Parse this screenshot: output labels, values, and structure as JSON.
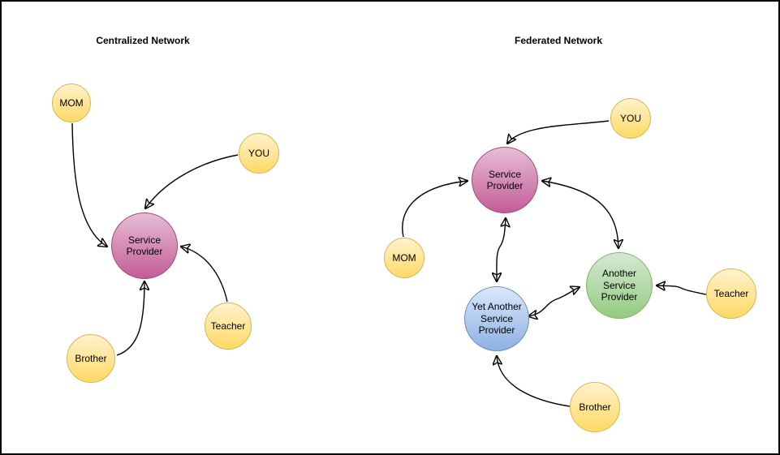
{
  "diagram": {
    "left": {
      "title": "Centralized Network",
      "nodes": [
        {
          "id": "mom",
          "label": "MOM",
          "type": "person"
        },
        {
          "id": "you",
          "label": "YOU",
          "type": "person"
        },
        {
          "id": "service-provider",
          "label": "Service Provider",
          "type": "provider"
        },
        {
          "id": "teacher",
          "label": "Teacher",
          "type": "person"
        },
        {
          "id": "brother",
          "label": "Brother",
          "type": "person"
        }
      ],
      "edges": [
        {
          "from": "mom",
          "to": "service-provider",
          "direction": "one-way"
        },
        {
          "from": "you",
          "to": "service-provider",
          "direction": "one-way"
        },
        {
          "from": "teacher",
          "to": "service-provider",
          "direction": "one-way"
        },
        {
          "from": "brother",
          "to": "service-provider",
          "direction": "one-way"
        }
      ]
    },
    "right": {
      "title": "Federated Network",
      "nodes": [
        {
          "id": "you",
          "label": "YOU",
          "type": "person"
        },
        {
          "id": "service-provider",
          "label": "Service Provider",
          "type": "provider"
        },
        {
          "id": "mom",
          "label": "MOM",
          "type": "person"
        },
        {
          "id": "another-service-provider",
          "label": "Another Service Provider",
          "type": "provider"
        },
        {
          "id": "teacher",
          "label": "Teacher",
          "type": "person"
        },
        {
          "id": "yet-another-service-provider",
          "label": "Yet Another Service Provider",
          "type": "provider"
        },
        {
          "id": "brother",
          "label": "Brother",
          "type": "person"
        }
      ],
      "edges": [
        {
          "from": "you",
          "to": "service-provider",
          "direction": "one-way"
        },
        {
          "from": "mom",
          "to": "service-provider",
          "direction": "one-way"
        },
        {
          "from": "service-provider",
          "to": "another-service-provider",
          "direction": "two-way"
        },
        {
          "from": "service-provider",
          "to": "yet-another-service-provider",
          "direction": "two-way"
        },
        {
          "from": "yet-another-service-provider",
          "to": "another-service-provider",
          "direction": "two-way"
        },
        {
          "from": "teacher",
          "to": "another-service-provider",
          "direction": "one-way"
        },
        {
          "from": "brother",
          "to": "yet-another-service-provider",
          "direction": "one-way"
        }
      ]
    },
    "colors": {
      "person_fill_top": "#FFF2CC",
      "person_fill_bottom": "#FFD966",
      "person_stroke": "#D6B656",
      "provider_pink_top": "#E7BCD6",
      "provider_pink_bottom": "#C35D97",
      "provider_pink_stroke": "#9E4D79",
      "provider_green_top": "#D5E8D4",
      "provider_green_bottom": "#93CB80",
      "provider_green_stroke": "#82B366",
      "provider_blue_top": "#DAE8FC",
      "provider_blue_bottom": "#8EB0E2",
      "provider_blue_stroke": "#6C8EBF",
      "arrow": "#000000"
    }
  }
}
